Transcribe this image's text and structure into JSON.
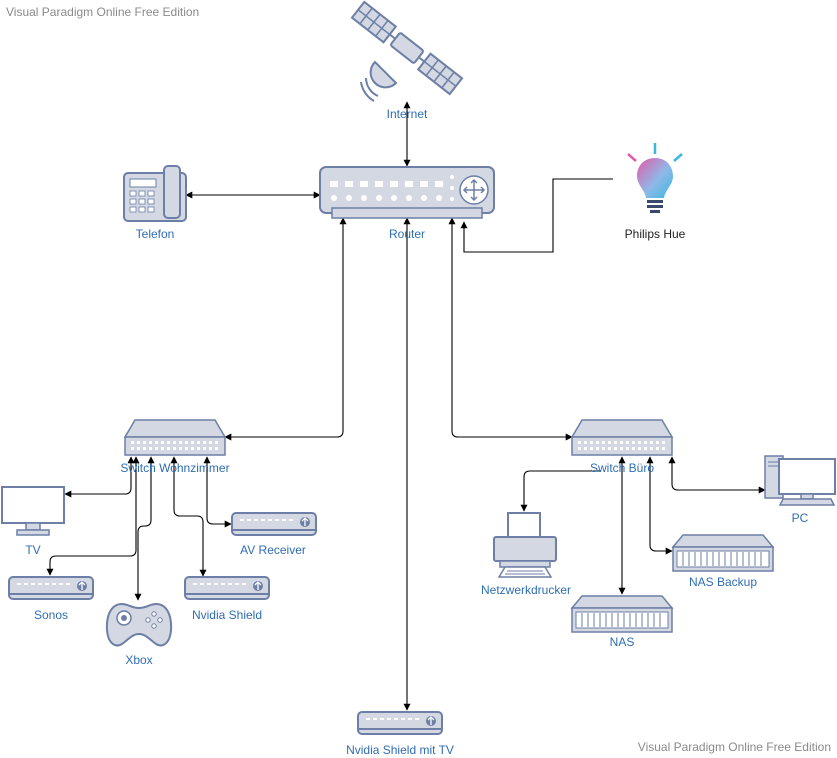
{
  "watermark": {
    "top": "Visual Paradigm Online Free Edition",
    "bottom": "Visual Paradigm Online Free Edition"
  },
  "nodes": {
    "internet": {
      "label": "Internet",
      "icon": "satellite-icon"
    },
    "router": {
      "label": "Router",
      "icon": "router-icon"
    },
    "telefon": {
      "label": "Telefon",
      "icon": "desk-phone-icon"
    },
    "philips_hue": {
      "label": "Philips Hue",
      "icon": "light-bulb-icon"
    },
    "switch_wohnzimmer": {
      "label": "Switch Wohnzimmer",
      "icon": "network-switch-icon"
    },
    "switch_buero": {
      "label": "Switch Büro",
      "icon": "network-switch-icon"
    },
    "tv": {
      "label": "TV",
      "icon": "monitor-icon"
    },
    "av_receiver": {
      "label": "AV Receiver",
      "icon": "media-box-icon"
    },
    "sonos": {
      "label": "Sonos",
      "icon": "media-box-icon"
    },
    "nvidia_shield": {
      "label": "Nvidia Shield",
      "icon": "media-box-icon"
    },
    "xbox": {
      "label": "Xbox",
      "icon": "gamepad-icon"
    },
    "nvidia_shield_tv": {
      "label": "Nvidia Shield mit TV",
      "icon": "media-box-icon"
    },
    "netzwerkdrucker": {
      "label": "Netzwerkdrucker",
      "icon": "printer-icon"
    },
    "nas": {
      "label": "NAS",
      "icon": "server-rack-icon"
    },
    "nas_backup": {
      "label": "NAS Backup",
      "icon": "server-rack-icon"
    },
    "pc": {
      "label": "PC",
      "icon": "desktop-pc-icon"
    }
  },
  "colors": {
    "device_fill": "#d3d8e3",
    "device_stroke": "#6d7fa6",
    "label": "#2f6db3",
    "label_dark": "#222222",
    "edge": "#000000"
  }
}
